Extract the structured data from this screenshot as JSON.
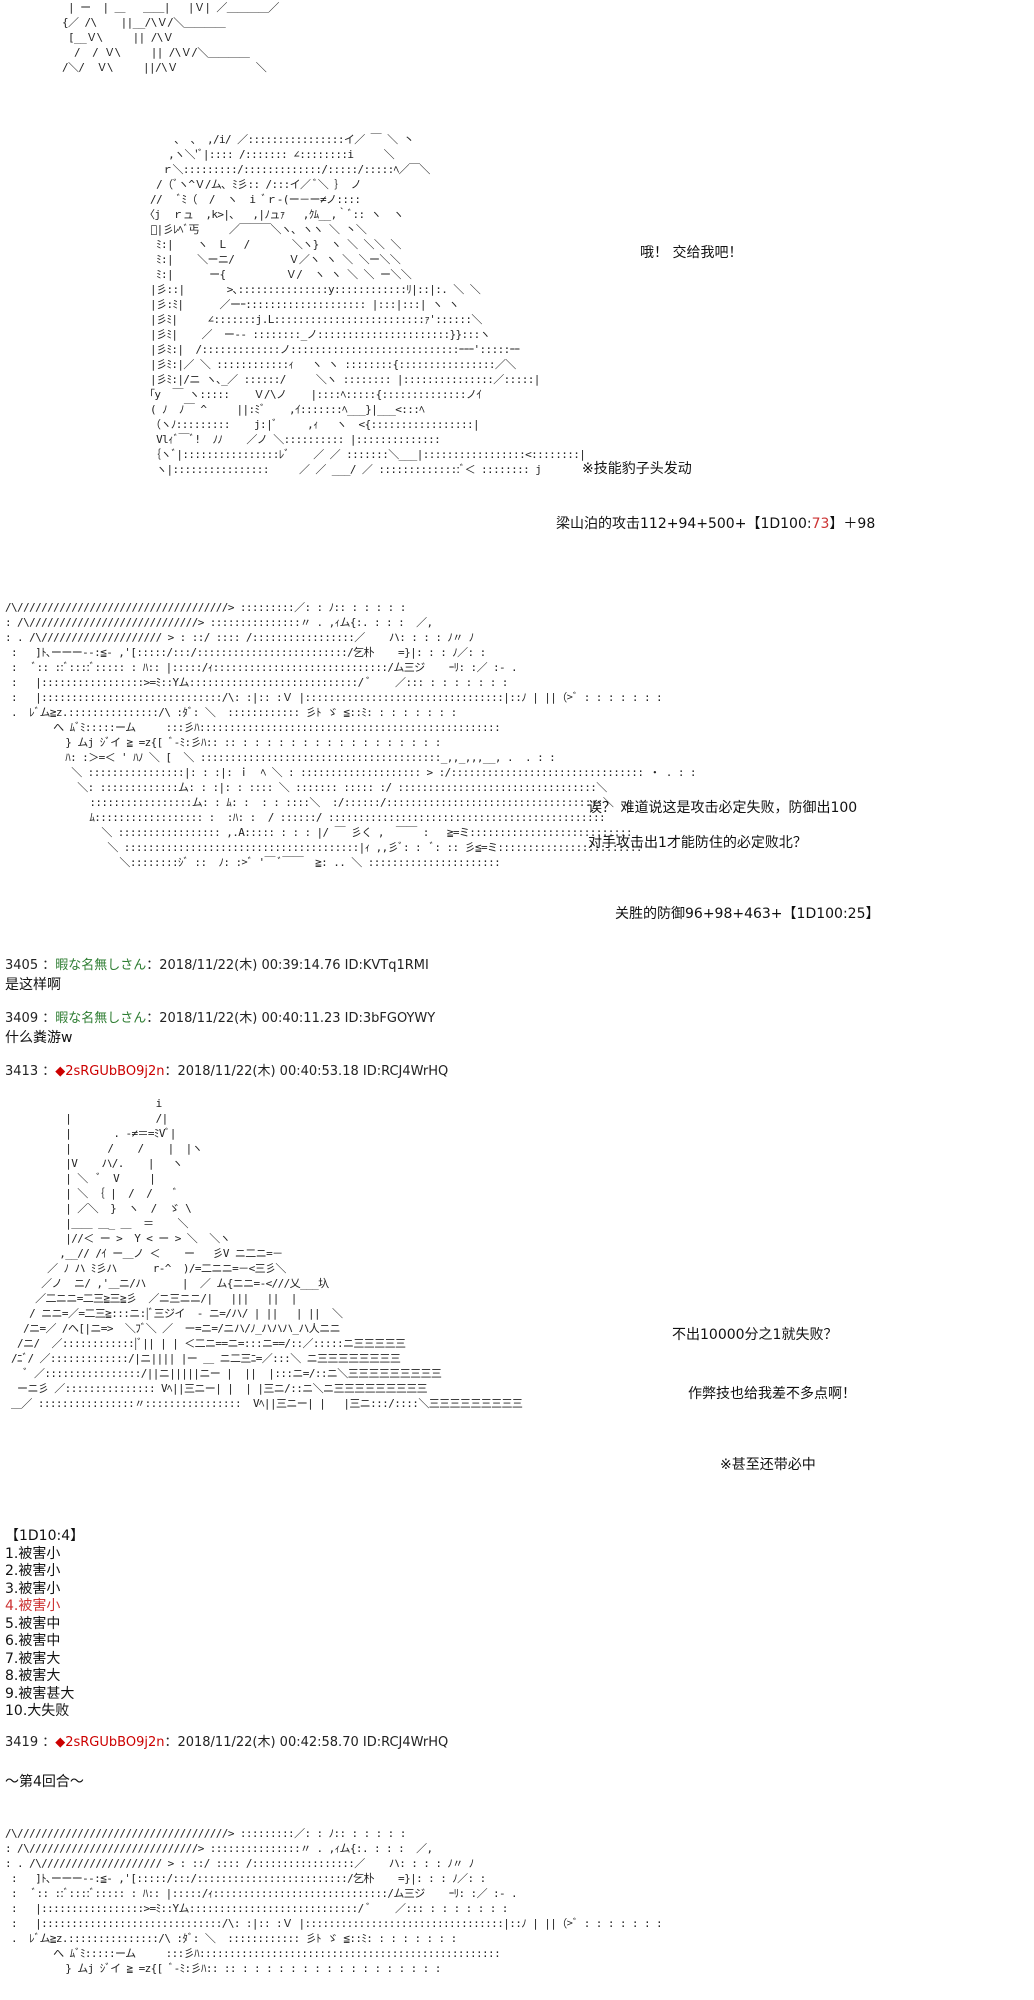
{
  "aa_top": " | ー  | ＿   ＿＿|   |Ｖ| ／＿＿＿＿／\n{／ /\\    ||__/\\Ｖ/＼＿＿＿＿\n [__Ｖ\\     || /\\Ｖ\n  /  / Ｖ\\     || /\\Ｖ/＼＿＿＿＿\n/＼/  Ｖ\\     ||/\\Ｖ             ＼",
  "aa_first_block": "      、 、 ,/i/ ／::::::::::::::::イ／ ￣ ＼ 丶\n     ,ヽ＼'ﾞ|:::: /::::::: ∠::::::::i     ＼\n    ｒ＼:::::::::/:::::::::::::/:::::/:::::ﾍ／￣＼\n   /（ﾞヽ^Ｖ/ム､ ﾐ彡:: /:::イ／ ﾞ＼ ｝ ノ\n  //   ﾞﾐ（  /  ヽ  i ﾞｒ-(ー－ー≠ノ::::\n 〈j  ｒュ  ,k>|､   ,|ﾉュｧ   ,ｸﾑ__,｀ﾞ:: ヽ  ヽ\n  ﾞ|彡ﾚﾍﾞ丐     ／￣￣￣＼ヽ､ ヽヽ ＼ 丶＼\n   ﾐ:|    ヽ  L   /       ＼ヽ}  ヽ ＼ ＼＼ ＼\n   ﾐ:|    ＼ーニ/         Ｖ／ヽ ヽ ＼ ＼ー＼＼\n   ﾐ:|      ー{          Ｖ/  ヽ ヽ ＼ ＼ ー＼＼\n  |彡::|       >､:::::::::::::::y::::::::::::ﾘ|::|:. ＼ ＼\n  |彡:ﾐ|      ／ーｰ:::::::::::::::::::: |:::|:::| ヽ ヽ\n  |彡ﾐ|     ∠:::::::j.L:::::::::::::::::::::::::ｧ'::::::＼\n  |彡ﾐ|    ／  ー-- ::::::::_ノ::::::::::::::::::::::}}:::ヽ\n  |彡ﾐ:|  /:::::::::::::ノ::::::::::::::::::::::::::::ｰｰｰ':::::ｰｰ\n  |彡ﾐ:|／ ＼ ::::::::::::ｨ   ヽ ヽ ::::::::{::::::::::::::::／＼\n  |彡ﾐ:|/ニ ヽ､_／ ::::::/     ＼ヽ :::::::: |:::::::::::::::／:::::|\n 「y  ￣ ヽ:::::    Ｖ/\\ノ    |::::ﾍ:::::{::::::::::::::ノｲ\n  ( ﾉ  ﾉ￣ ^     ||:ﾐﾞ    ,ｲ:::::::ﾍ___}|___<:::ﾍ\n  （ヽﾉ:::::::::    j:|ﾞ     ,ｨ   ヽ  <{:::::::::::::::::|\n   Vlｨﾞ￣ﾞ!  ﾉﾉ    ／ノ ＼:::::::::: |::::::::::::::\n  ｛ヽﾞ|::::::::::::::::ﾚﾞ    ／ ／ :::::::＼___|:::::::::::::::::<::::::::|\n   ヽ|::::::::::::::::     ／ ／ ___/ ／ ::::::::::::::ﾞ＜ :::::::: j",
  "aa_second_block": "/\\///////////////////////////////////> :::::::::／: : ﾉ:: : : : : :\n: /\\////////////////////////////> :::::::::::::::〃 . ,ｨム{:. : : :  ／,\n: . /\\//////////////////// > : ::/ :::: /:::::::::::::::::／    ハ: : : : ﾉ〃 ﾉ\n :   ]ﾄ､ーーー--:≦- ,'[:::::/:::/:::::::::::::::::::::::::/乞朴    =}|: : : ﾉ／: :\n :   ﾞ:: ::ﾞ::::ﾞ::::: : ﾊ:: |:::::/ｨ:::::::::::::::::::::::::::::/ム三ジ    ｰﾘ: :／ :- .\n :   |:::::::::::::::::>=ﾐ::Yム::::::::::::::::::::::::::::/ ﾞ    ／::: : : : : : : :\n :   |::::::::::::::::::::::::::::::/\\: :|:: :Ｖ |:::::::::::::::::::::::::::::::::|::ﾉ | ||（>ﾞ : : : : : : :\n .  ﾚﾞム≧z.:::::::::::::::/\\ :ﾀﾞ: ＼  :::::::::::: 彡ﾄ ゞ ≦::ﾐ: : : : : : : :\n        へ ﾑﾞﾐ:::::ーム     :::彡ﾊ::::::::::::::::::::::::::::::::::::::::::::::::::\n          } ムj ｼﾞイ ≧ =z{[ ﾞ-ﾐ:彡ﾊ:: :: : : : : : : : : : : : : : : : : :\n          ﾊ: :＞=＜ ' ﾊﾉ ＼ [  ＼ ::::::::::::::::::::::::::::::::::::::::_,,_,,,__, .  . : :\n           ＼ ::::::::::::::::|: : :|: ｉ  ﾍ ＼ : :::::::::::::::::::: > :/:::::::::::::::::::::::::::::::: ・ . : :\n            ＼: :::::::::::::ム: : :|: : :::: ＼ ::::::: ::::: :/ :::::::::::::::::::::::::::::::::＼\n              :::::::::::::::::ム: : ﾑ: :  : : ::::＼  :/::::::/::::::::::::::::::::::::::::::::::::＼\n              ﾑ:::::::::::::::::: :  :ﾊ: :  / ::::::/ ::::::::::::::::::::::::::::::::::::::::::::::\n                ＼ ::::::::::::::::: ,.A::::: : : : |/ ￣ 彡く ,  ￣￣ :   ≧=ミ:::::::::::::::::::::::::::\n                 ＼ :::::::::::::::::::::::::::::::::::::::|ｨ ,,彡ﾞ: :  ﾞ: :: 彡≦=ミ::::::::::::::::::::::::\n                   ＼::::::::ｼﾞ ::  ﾉ: :>ﾞ '￣ ﾞ￣￣  ≧: .. ＼ ::::::::::::::::::::::",
  "aa_third_block": "                         i\n          |              /|\n          |       . -≠＝=ﾐVﾞ|\n          |      /    /    |  |ヽ\n          |V    ハ/.    |   ヽ\n          | ＼  ﾞ  V     |\n          | ＼ ｛ |  /  /    ﾞ\n          | ／＼  }  ヽ  /  ゞ \\\n          |＿＿ ＿_ ＿  ＝    ＼\n          |//＜ ー >  Y < ー > ＼  ＼ヽ\n         ,__// /ｲ ー＿ノ ＜    ー   彡V ニ二ニ=－\n       ／ ﾉ ハ ﾐ彡ハ      r-^  )/=二ニニ=－<三彡＼\n      ／ノ  ニ/ ,'＿ニ/ハ      |  ／ ム{ニニ=-<///乂___圦\n     ／二ニニ=二三≧三≧彡  ／ニ三ニニ/|   |||   ||  |\n    / ニニ=／=二三≧:::ニ:|ﾞ三ジイ  - ニ=/ハ/ | ||   | ||  ＼\n   /ニ=／ /ヘ[|ニ=>  ＼ﾌﾞ＼ ／  ー=ニ=/ニハ/ﾉ_ハハハ_ハ人ニニ\n  /ニ/  ／::::::::::::|ﾞ|| | | ＜二ニ==ニ=:::ニ==/::／:::::ニ三三三三三\n /ﾆﾞ/ ／:::::::::::::/|ニ|||| |ー ＿ ニ二三ﾆ=／:::＼ ニ三三三三三三三三\n   ﾞ ／::::::::::::::::/||ニ|||||ニー |  ||  |:::ニ=/::ニ＼三三三三三三三三三\n  ーニ彡 ／::::::::::::::: Vﾍ||三ニー| |  | |三ニ/::ニ＼ニ三三三三三三三三三\n ＿／ ::::::::::::::::〃::::::::::::::::  Vﾍ||三ニー| |   |三ニ:::/::::＼三三三三三三三三三",
  "aa_fourth_block": "/\\///////////////////////////////////> :::::::::／: : ﾉ:: : : : : :\n: /\\////////////////////////////> :::::::::::::::〃 . ,ｨム{:. : : :  ／,\n: . /\\//////////////////// > : ::/ :::: /:::::::::::::::::／    ハ: : : : ﾉ〃 ﾉ\n :   ]ﾄ､ーーー--:≦- ,'[:::::/:::/:::::::::::::::::::::::::/乞朴    =}|: : : ﾉ／: :\n :   ﾞ:: ::ﾞ::::ﾞ::::: : ﾊ:: |:::::/ｨ:::::::::::::::::::::::::::::/ム三ジ    ｰﾘ: :／ :- .\n :   |:::::::::::::::::>=ﾐ::Yム::::::::::::::::::::::::::::/ ﾞ    ／::: : : : : : : :\n :   |::::::::::::::::::::::::::::::/\\: :|:: :Ｖ |:::::::::::::::::::::::::::::::::|::ﾉ | ||（>ﾞ : : : : : : :\n .  ﾚﾞム≧z.:::::::::::::::/\\ :ﾀﾞ: ＼  :::::::::::: 彡ﾄ ゞ ≦::ﾐ: : : : : : : :\n        へ ﾑﾞﾐ:::::ーム     :::彡ﾊ::::::::::::::::::::::::::::::::::::::::::::::::::\n          } ムj ｼﾞイ ≧ =z{[ ﾞ-ﾐ:彡ﾊ:: :: : : : : : : : : : : : : : : : : :",
  "notes": {
    "hand_over": "哦！ 交给我吧！",
    "skill": "※技能豹子头发动",
    "attack_prefix": "梁山泊的攻击112+94+500+【1D100:",
    "attack_roll": "73",
    "attack_suffix": "】＋98",
    "question_1": "诶？  难道说这是攻击必定失败，防御出100",
    "question_2": "对手攻击出1才能防住的必定败北？",
    "defense": "关胜的防御96+98+463+【1D100:25】",
    "fail": "不出10000分之1就失败？",
    "cheat": "作弊技也给我差不多点啊！",
    "must_hit": "※甚至还带必中"
  },
  "posts": [
    {
      "number": "3405",
      "name": "暇な名無しさん",
      "datetime": "：2018/11/22(木) 00:39:14.76 ID:KVTq1RMI",
      "body": "是这样啊"
    },
    {
      "number": "3409",
      "name": "暇な名無しさん",
      "datetime": "：2018/11/22(木) 00:40:11.23 ID:3bFGOYWY",
      "body": "什么粪游w"
    },
    {
      "number": "3413",
      "trip": "◆2sRGUbBO9j2n",
      "datetime": "：2018/11/22(木) 00:40:53.18 ID:RCJ4WrHQ"
    },
    {
      "number": "3419",
      "trip": "◆2sRGUbBO9j2n",
      "datetime": "：2018/11/22(木) 00:42:58.70 ID:RCJ4WrHQ",
      "body": "～第4回合～"
    }
  ],
  "post_sep": " ：",
  "roll_list": {
    "header": "【1D10:4】",
    "items": [
      "1.被害小",
      "2.被害小",
      "3.被害小",
      "4.被害小",
      "5.被害中",
      "6.被害中",
      "7.被害大",
      "8.被害大",
      "9.被害甚大",
      "10.大失败"
    ]
  },
  "colors": {
    "name": "#2e7d32",
    "trip_diamond": "#cc0000",
    "highlight": "#cc3333"
  }
}
